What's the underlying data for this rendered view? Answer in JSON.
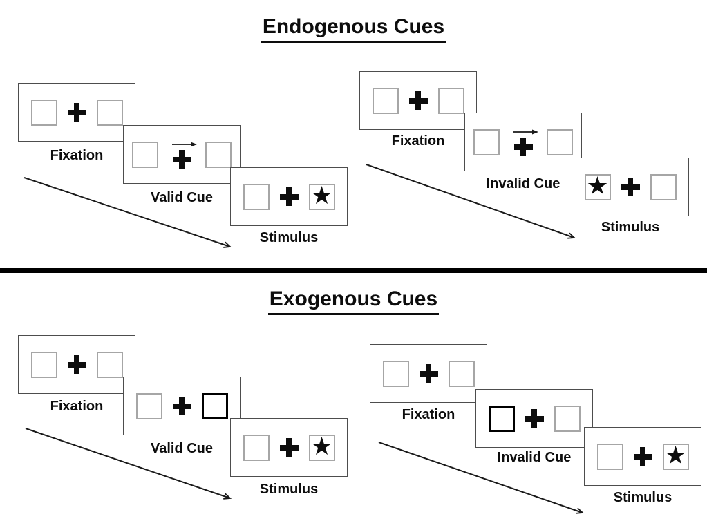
{
  "colors": {
    "background": "#ffffff",
    "ink": "#000000",
    "panel_border": "#4d4d4d",
    "placeholder_box_border": "#a6a6a6",
    "exogenous_cue_box_border": "#000000",
    "divider": "#000000"
  },
  "icons": {
    "star": "★",
    "fixation_cross": "bold-plus-shape",
    "cue_arrow": "right-arrow-above-fixation-cross",
    "timeline_arrow": "diagonal-down-right-arrow"
  },
  "sections": [
    {
      "title": "Endogenous Cues",
      "sequences": [
        {
          "condition": "valid",
          "panels": [
            {
              "label": "Fixation"
            },
            {
              "label": "Valid Cue"
            },
            {
              "label": "Stimulus"
            }
          ]
        },
        {
          "condition": "invalid",
          "panels": [
            {
              "label": "Fixation"
            },
            {
              "label": "Invalid Cue"
            },
            {
              "label": "Stimulus"
            }
          ]
        }
      ]
    },
    {
      "title": "Exogenous Cues",
      "sequences": [
        {
          "condition": "valid",
          "panels": [
            {
              "label": "Fixation"
            },
            {
              "label": "Valid Cue"
            },
            {
              "label": "Stimulus"
            }
          ]
        },
        {
          "condition": "invalid",
          "panels": [
            {
              "label": "Fixation"
            },
            {
              "label": "Invalid Cue"
            },
            {
              "label": "Stimulus"
            }
          ]
        }
      ]
    }
  ]
}
